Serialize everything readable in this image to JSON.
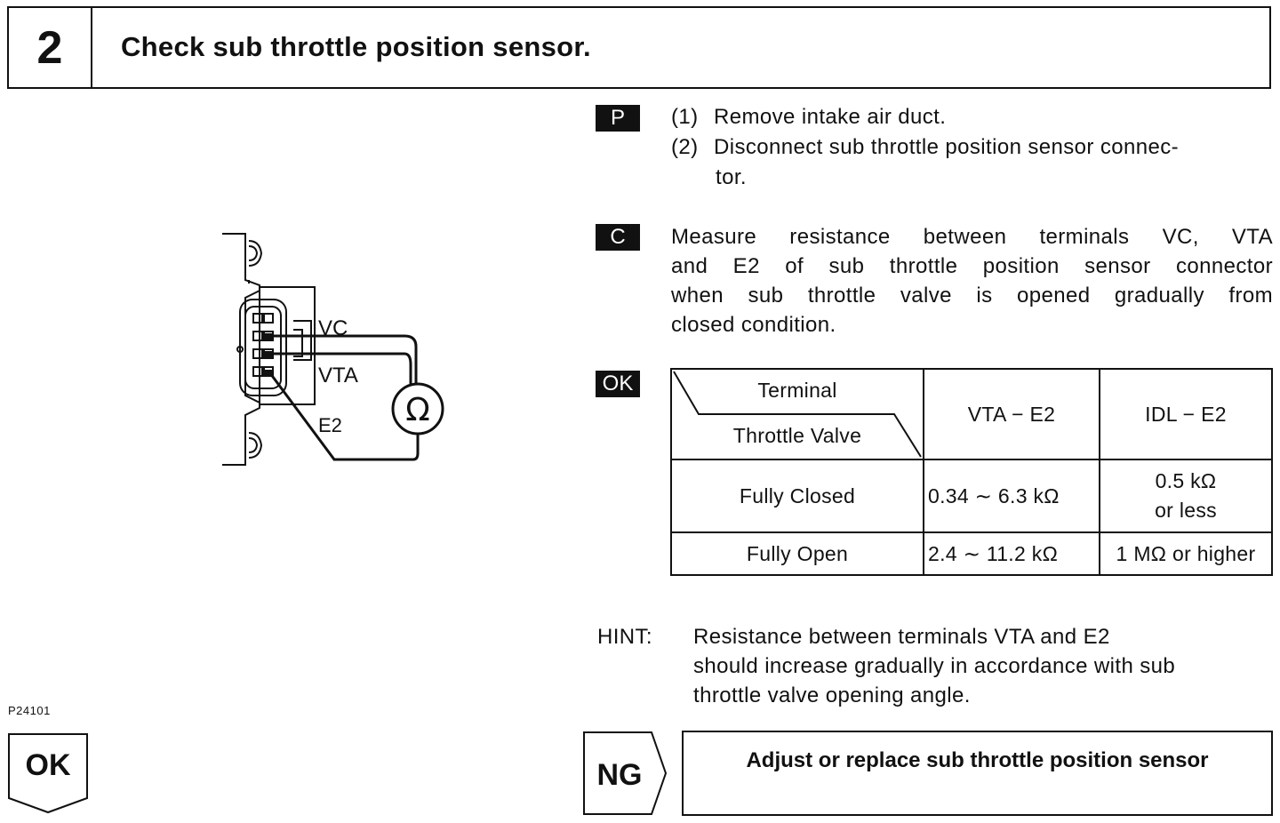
{
  "step": {
    "number": "2",
    "title": "Check sub throttle position sensor."
  },
  "diagram": {
    "labels": {
      "vc": "VC",
      "vta": "VTA",
      "e2": "E2",
      "meter": "Ω"
    },
    "code": "P24101"
  },
  "procedure": {
    "tag": "P",
    "steps": [
      {
        "num": "(1)",
        "text": "Remove intake air duct."
      },
      {
        "num": "(2)",
        "text": "Disconnect sub throttle position sensor connec-"
      }
    ],
    "step2_cont": "tor."
  },
  "check": {
    "tag": "C",
    "lines": [
      "Measure resistance between terminals VC, VTA",
      "and E2 of sub throttle position sensor connector",
      "when sub throttle valve is opened gradually from",
      "closed condition."
    ]
  },
  "ok_table": {
    "tag": "OK",
    "header_top": "Terminal",
    "header_bottom": "Throttle Valve",
    "col1": "VTA − E2",
    "col2": "IDL − E2",
    "rows": [
      {
        "label": "Fully Closed",
        "vta": "0.34 ∼ 6.3 kΩ",
        "idl_1": "0.5 kΩ",
        "idl_2": "or less"
      },
      {
        "label": "Fully Open",
        "vta": "2.4 ∼ 11.2 kΩ",
        "idl_1": "1 MΩ or higher",
        "idl_2": ""
      }
    ]
  },
  "hint": {
    "label": "HINT:",
    "lines": [
      "Resistance between terminals VTA and E2",
      "should increase gradually in accordance with sub",
      "throttle valve opening angle."
    ]
  },
  "results": {
    "ok_label": "OK",
    "ng_label": "NG",
    "ng_action": "Adjust or replace sub throttle position sensor"
  }
}
